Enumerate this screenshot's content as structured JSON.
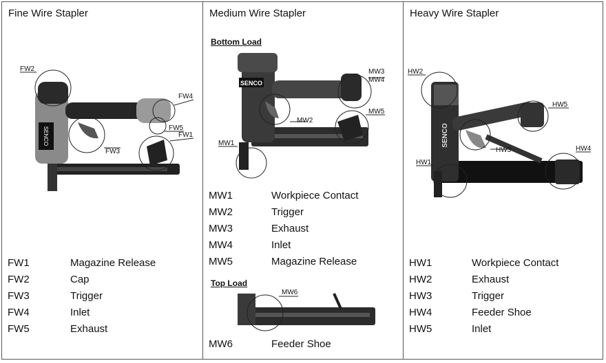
{
  "columns": {
    "fine": {
      "title": "Fine Wire Stapler",
      "brand": "SENCO",
      "callouts": [
        "FW1",
        "FW2",
        "FW3",
        "FW4",
        "FW5"
      ],
      "items": [
        {
          "code": "FW1",
          "label": "Magazine Release"
        },
        {
          "code": "FW2",
          "label": "Cap"
        },
        {
          "code": "FW3",
          "label": "Trigger"
        },
        {
          "code": "FW4",
          "label": "Inlet"
        },
        {
          "code": "FW5",
          "label": "Exhaust"
        }
      ]
    },
    "medium": {
      "title": "Medium Wire Stapler",
      "bottom_load_label": "Bottom Load",
      "top_load_label": "Top Load",
      "brand": "SENCO",
      "callouts": [
        "MW1",
        "MW2",
        "MW3",
        "MW4",
        "MW5",
        "MW6"
      ],
      "items": [
        {
          "code": "MW1",
          "label": "Workpiece Contact"
        },
        {
          "code": "MW2",
          "label": "Trigger"
        },
        {
          "code": "MW3",
          "label": "Exhaust"
        },
        {
          "code": "MW4",
          "label": "Inlet"
        },
        {
          "code": "MW5",
          "label": "Magazine Release"
        }
      ],
      "top_items": [
        {
          "code": "MW6",
          "label": "Feeder Shoe"
        }
      ]
    },
    "heavy": {
      "title": "Heavy Wire Stapler",
      "brand": "SENCO",
      "callouts": [
        "HW1",
        "HW2",
        "HW3",
        "HW4",
        "HW5"
      ],
      "items": [
        {
          "code": "HW1",
          "label": "Workpiece Contact"
        },
        {
          "code": "HW2",
          "label": "Exhaust"
        },
        {
          "code": "HW3",
          "label": "Trigger"
        },
        {
          "code": "HW4",
          "label": "Feeder Shoe"
        },
        {
          "code": "HW5",
          "label": "Inlet"
        }
      ]
    }
  }
}
